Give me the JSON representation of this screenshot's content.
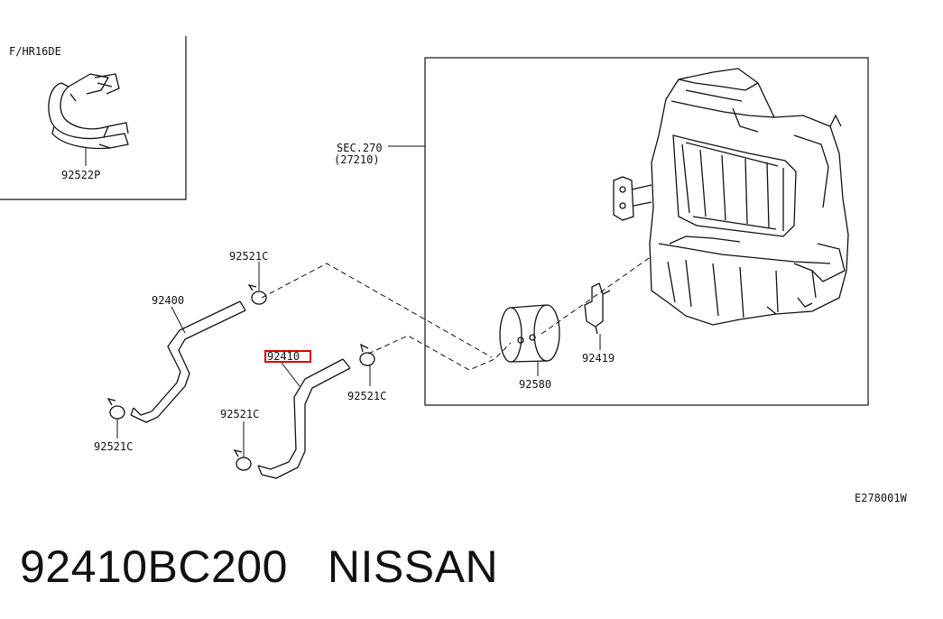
{
  "inset": {
    "variant_label": "F/HR16DE",
    "part": "92522P"
  },
  "hvac_unit": {
    "ref_line1": "SEC.270",
    "ref_line2": "(27210)"
  },
  "labels": {
    "hose_upper": "92400",
    "hose_lower": "92410",
    "clamp_a": "92521C",
    "clamp_b": "92521C",
    "clamp_c": "92521C",
    "clamp_d": "92521C",
    "core": "92580",
    "bracket": "92419"
  },
  "highlight_color": "#e00000",
  "diagram_code": "E278001W",
  "footer": {
    "part_number": "92410BC200",
    "brand": "NISSAN"
  }
}
